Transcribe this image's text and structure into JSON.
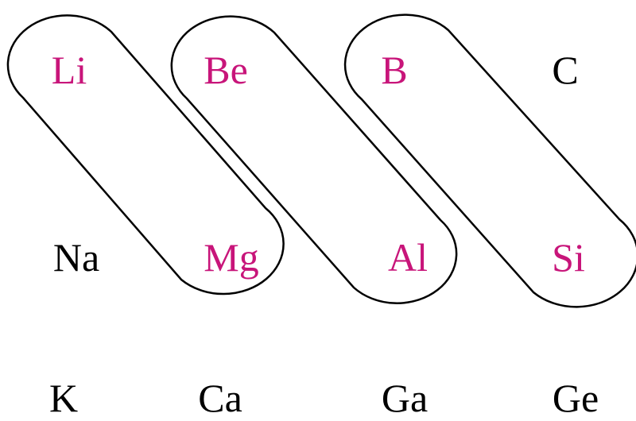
{
  "colors": {
    "highlight": "#c8157a",
    "normal": "#000000",
    "outline": "#000000"
  },
  "elements": [
    {
      "symbol": "Li",
      "highlighted": true
    },
    {
      "symbol": "Be",
      "highlighted": true
    },
    {
      "symbol": "B",
      "highlighted": true
    },
    {
      "symbol": "C",
      "highlighted": false
    },
    {
      "symbol": "Na",
      "highlighted": false
    },
    {
      "symbol": "Mg",
      "highlighted": true
    },
    {
      "symbol": "Al",
      "highlighted": true
    },
    {
      "symbol": "Si",
      "highlighted": true
    },
    {
      "symbol": "K",
      "highlighted": false
    },
    {
      "symbol": "Ca",
      "highlighted": false
    },
    {
      "symbol": "Ga",
      "highlighted": false
    },
    {
      "symbol": "Ge",
      "highlighted": false
    }
  ],
  "diagonal_pairs": [
    {
      "from": "Li",
      "to": "Mg"
    },
    {
      "from": "Be",
      "to": "Al"
    },
    {
      "from": "B",
      "to": "Si"
    }
  ]
}
